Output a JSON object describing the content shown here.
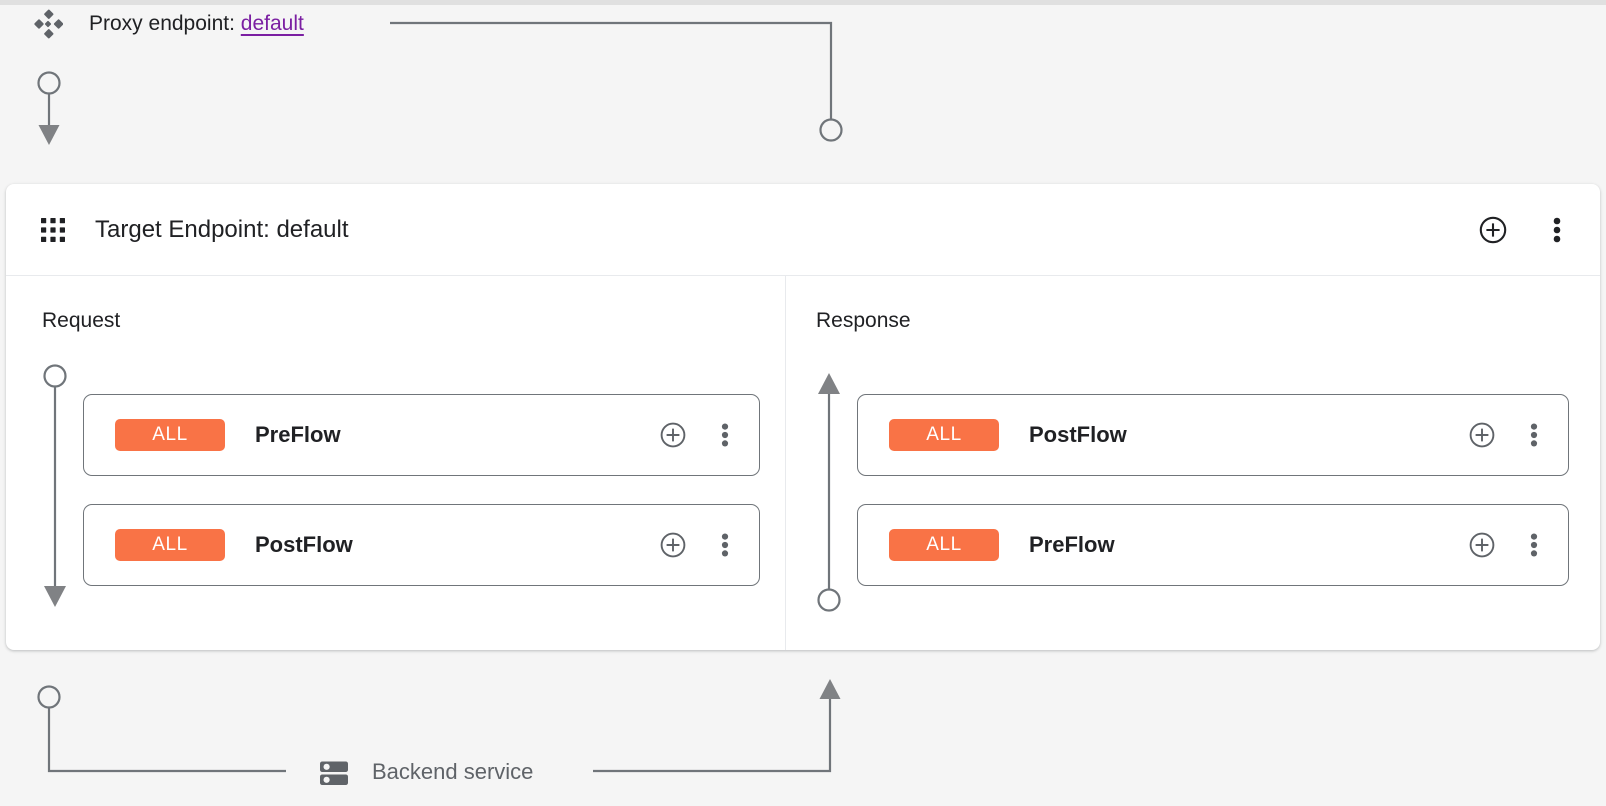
{
  "canvas": {
    "background_color": "#f5f5f5",
    "accent_link_color": "#7b1fa2",
    "badge_color": "#f97346",
    "connector_color": "#70757a"
  },
  "proxy_endpoint": {
    "icon": "proxy-diamond-icon",
    "label": "Proxy endpoint:",
    "value": "default"
  },
  "target_endpoint_panel": {
    "icon": "grid-dots-icon",
    "title": "Target Endpoint: default",
    "actions": [
      {
        "name": "add-circle-icon",
        "icon": "plus-circle-icon"
      },
      {
        "name": "more-vert-icon",
        "icon": "kebab-menu-icon"
      }
    ],
    "columns": [
      {
        "label": "Request",
        "direction": "down",
        "flows": [
          {
            "badge": "ALL",
            "name": "PreFlow",
            "actions": [
              {
                "name": "add-circle-icon",
                "icon": "plus-circle-icon"
              },
              {
                "name": "more-vert-icon",
                "icon": "kebab-menu-icon"
              }
            ]
          },
          {
            "badge": "ALL",
            "name": "PostFlow",
            "actions": [
              {
                "name": "add-circle-icon",
                "icon": "plus-circle-icon"
              },
              {
                "name": "more-vert-icon",
                "icon": "kebab-menu-icon"
              }
            ]
          }
        ]
      },
      {
        "label": "Response",
        "direction": "up",
        "flows": [
          {
            "badge": "ALL",
            "name": "PostFlow",
            "actions": [
              {
                "name": "add-circle-icon",
                "icon": "plus-circle-icon"
              },
              {
                "name": "more-vert-icon",
                "icon": "kebab-menu-icon"
              }
            ]
          },
          {
            "badge": "ALL",
            "name": "PreFlow",
            "actions": [
              {
                "name": "add-circle-icon",
                "icon": "plus-circle-icon"
              },
              {
                "name": "more-vert-icon",
                "icon": "kebab-menu-icon"
              }
            ]
          }
        ]
      }
    ]
  },
  "backend_service": {
    "icon": "server-rack-icon",
    "label": "Backend service"
  }
}
